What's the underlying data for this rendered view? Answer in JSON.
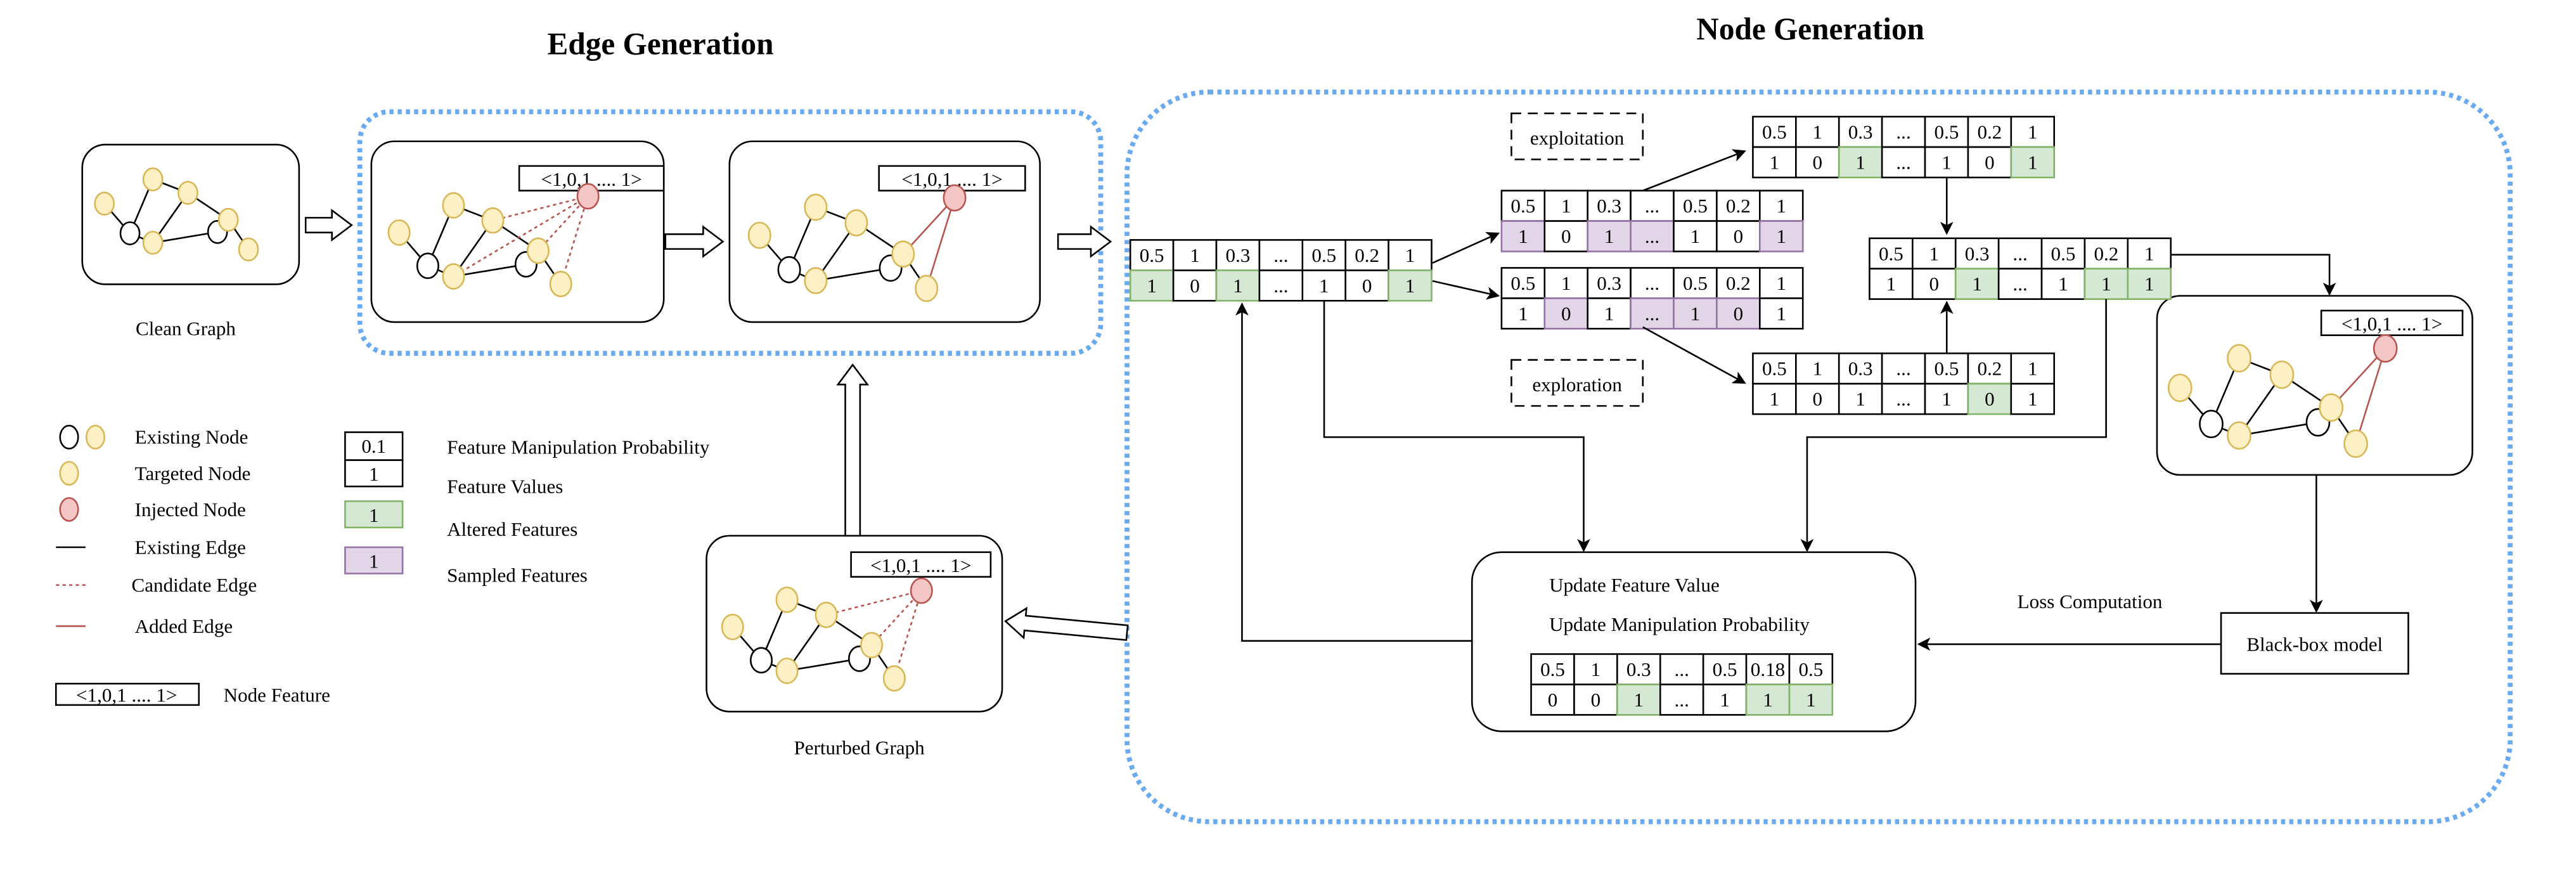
{
  "titles": {
    "edge_generation": "Edge Generation",
    "node_generation": "Node Generation"
  },
  "graph_labels": {
    "clean": "Clean Graph",
    "perturbed": "Perturbed Graph"
  },
  "node_feature_label": "<1,0,1 .... 1>",
  "colors": {
    "accent_dotted_border": "#6aaaf0",
    "targeted_node": "#fdf0c4",
    "targeted_node_stroke": "#d8b856",
    "injected_node": "#f5c6c6",
    "injected_node_stroke": "#b85450",
    "added_edge": "#b85450",
    "altered_fill": "#d5e8d4",
    "altered_stroke": "#82b366",
    "sampled_fill": "#e1d5e7",
    "sampled_stroke": "#9673a6"
  },
  "legend": {
    "nodes_edges": [
      {
        "icon": "existing-node-icon",
        "label": "Existing Node"
      },
      {
        "icon": "targeted-node-icon",
        "label": "Targeted Node"
      },
      {
        "icon": "injected-node-icon",
        "label": "Injected Node"
      },
      {
        "icon": "existing-edge-icon",
        "label": "Existing Edge"
      },
      {
        "icon": "candidate-edge-icon",
        "label": "Candidate Edge"
      },
      {
        "icon": "added-edge-icon",
        "label": "Added Edge"
      }
    ],
    "node_feature": {
      "sample": "<1,0,1 .... 1>",
      "label": "Node Feature"
    },
    "features": [
      {
        "sample": "0.1",
        "label": "Feature Manipulation Probability"
      },
      {
        "sample": "1",
        "label": "Feature Values"
      },
      {
        "sample": "1",
        "label": "Altered Features"
      },
      {
        "sample": "1",
        "label": "Sampled Features"
      }
    ]
  },
  "strategy_labels": {
    "exploitation": "exploitation",
    "exploration": "exploration"
  },
  "update_box": {
    "line1": "Update Feature Value",
    "line2": "Update Manipulation Probability"
  },
  "loss_label": "Loss Computation",
  "blackbox_label": "Black-box model",
  "tables": {
    "initial": {
      "probs": [
        "0.5",
        "1",
        "0.3",
        "...",
        "0.5",
        "0.2",
        "1"
      ],
      "values": [
        "1",
        "0",
        "1",
        "...",
        "1",
        "0",
        "1"
      ],
      "highlight": "altered",
      "marked": [
        0,
        2,
        6
      ]
    },
    "exploit_sample": {
      "probs": [
        "0.5",
        "1",
        "0.3",
        "...",
        "0.5",
        "0.2",
        "1"
      ],
      "values": [
        "1",
        "0",
        "1",
        "...",
        "1",
        "0",
        "1"
      ],
      "highlight": "sampled",
      "marked": [
        0,
        2,
        3,
        6
      ]
    },
    "explore_sample": {
      "probs": [
        "0.5",
        "1",
        "0.3",
        "...",
        "0.5",
        "0.2",
        "1"
      ],
      "values": [
        "1",
        "0",
        "1",
        "...",
        "1",
        "0",
        "1"
      ],
      "highlight": "sampled",
      "marked": [
        1,
        3,
        4,
        5
      ]
    },
    "exploit_result": {
      "probs": [
        "0.5",
        "1",
        "0.3",
        "...",
        "0.5",
        "0.2",
        "1"
      ],
      "values": [
        "1",
        "0",
        "1",
        "...",
        "1",
        "0",
        "1"
      ],
      "highlight": "altered",
      "marked": [
        2,
        6
      ]
    },
    "explore_result": {
      "probs": [
        "0.5",
        "1",
        "0.3",
        "...",
        "0.5",
        "0.2",
        "1"
      ],
      "values": [
        "1",
        "0",
        "1",
        "...",
        "1",
        "0",
        "1"
      ],
      "highlight": "altered",
      "marked": [
        5
      ]
    },
    "merged": {
      "probs": [
        "0.5",
        "1",
        "0.3",
        "...",
        "0.5",
        "0.2",
        "1"
      ],
      "values": [
        "1",
        "0",
        "1",
        "...",
        "1",
        "1",
        "1"
      ],
      "highlight": "altered",
      "marked": [
        2,
        5,
        6
      ]
    },
    "updated": {
      "probs": [
        "0.5",
        "1",
        "0.3",
        "...",
        "0.5",
        "0.18",
        "0.5"
      ],
      "values": [
        "0",
        "0",
        "1",
        "...",
        "1",
        "1",
        "1"
      ],
      "highlight": "altered",
      "marked": [
        2,
        5,
        6
      ]
    }
  }
}
